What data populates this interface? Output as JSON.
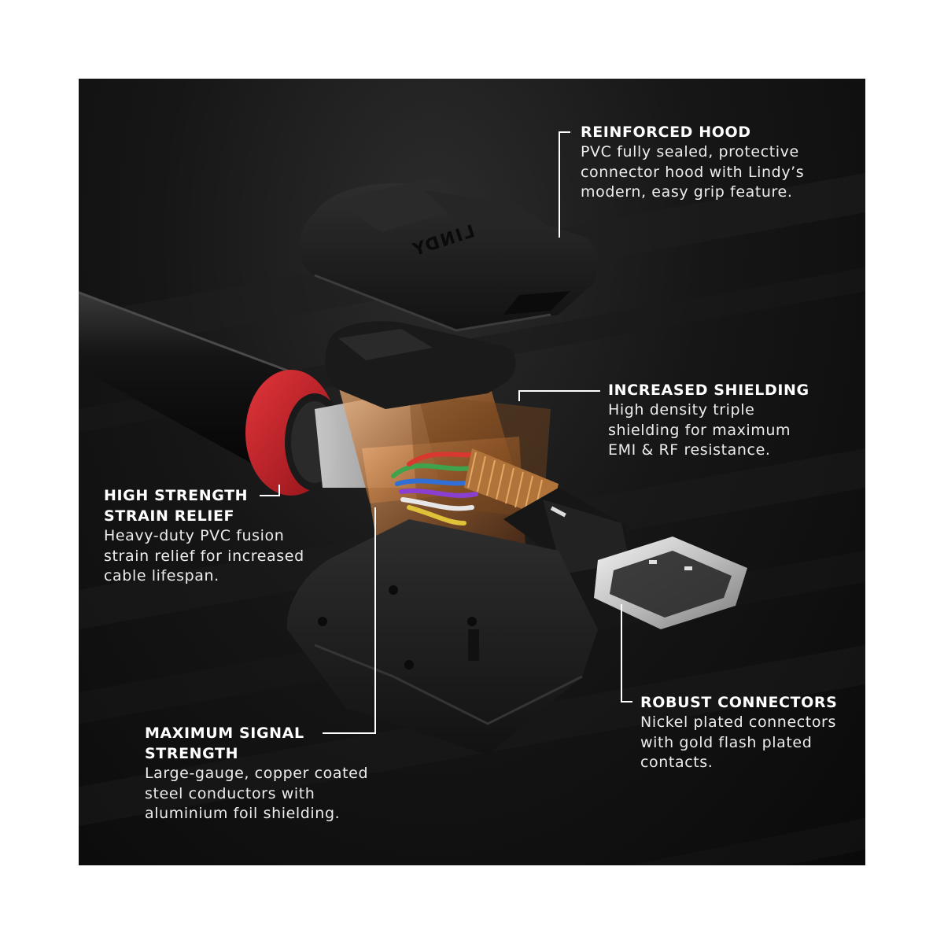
{
  "brand": {
    "logo_text": "LINDY"
  },
  "callouts": {
    "reinforced_hood": {
      "title": "REINFORCED HOOD",
      "description": "PVC fully sealed, protective\nconnector hood with Lindy’s\nmodern, easy grip feature."
    },
    "increased_shielding": {
      "title": "INCREASED SHIELDING",
      "description": "High density triple\nshielding for maximum\nEMI & RF resistance."
    },
    "strain_relief": {
      "title": "HIGH STRENGTH\nSTRAIN RELIEF",
      "description": "Heavy-duty PVC fusion\nstrain relief for increased\ncable lifespan."
    },
    "signal_strength": {
      "title": "MAXIMUM SIGNAL\nSTRENGTH",
      "description": "Large-gauge, copper coated\nsteel conductors with\naluminium foil shielding."
    },
    "robust_connectors": {
      "title": "ROBUST CONNECTORS",
      "description": "Nickel plated connectors\nwith gold flash plated\ncontacts."
    }
  },
  "colors": {
    "background": "#111111",
    "text": "#ffffff",
    "strain_relief_red": "#c8232a",
    "copper": "#b8733a",
    "nickel": "#d2d2d2"
  },
  "icons": {
    "leader_line": "thin-white-bracket-line"
  }
}
